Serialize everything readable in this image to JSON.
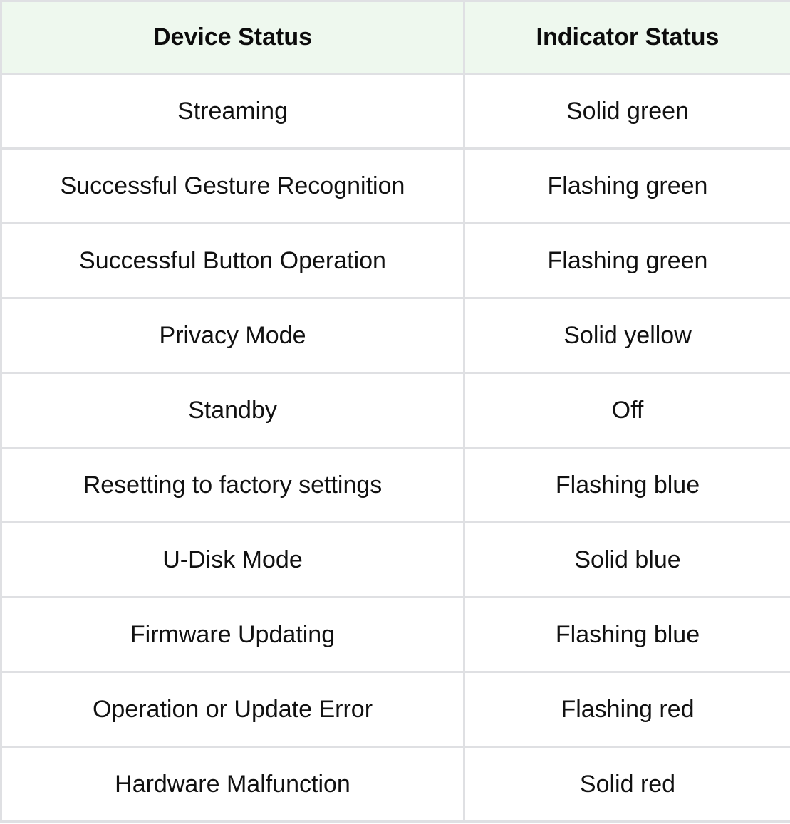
{
  "table": {
    "headers": [
      "Device Status",
      "Indicator Status"
    ],
    "rows": [
      {
        "device_status": "Streaming",
        "indicator_status": "Solid green"
      },
      {
        "device_status": "Successful Gesture Recognition",
        "indicator_status": "Flashing green"
      },
      {
        "device_status": "Successful Button Operation",
        "indicator_status": "Flashing green"
      },
      {
        "device_status": "Privacy Mode",
        "indicator_status": "Solid yellow"
      },
      {
        "device_status": "Standby",
        "indicator_status": "Off"
      },
      {
        "device_status": "Resetting to factory settings",
        "indicator_status": "Flashing blue"
      },
      {
        "device_status": "U-Disk Mode",
        "indicator_status": "Solid blue"
      },
      {
        "device_status": "Firmware Updating",
        "indicator_status": "Flashing blue"
      },
      {
        "device_status": "Operation or Update Error",
        "indicator_status": "Flashing red"
      },
      {
        "device_status": "Hardware Malfunction",
        "indicator_status": "Solid red"
      }
    ]
  },
  "colors": {
    "header_background": "#eef8ee",
    "border": "#dfe0e3",
    "text": "#111111"
  }
}
